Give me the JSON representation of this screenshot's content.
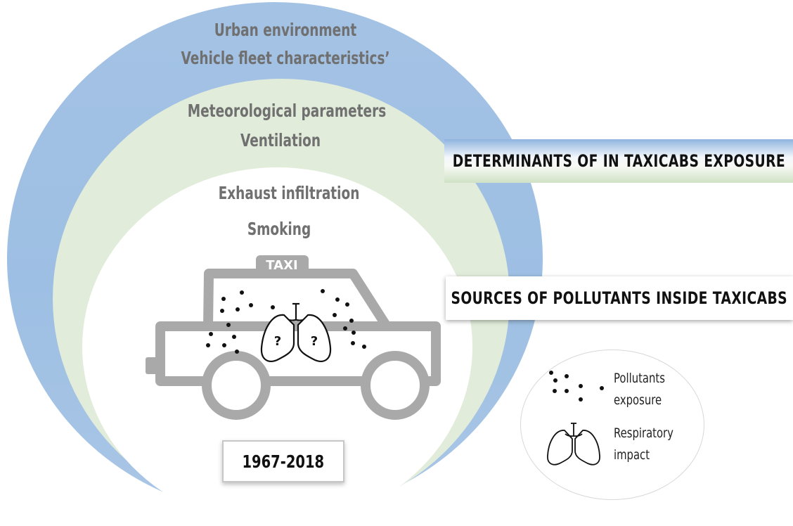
{
  "rings": {
    "outer": {
      "line1": "Urban environment",
      "line2": "Vehicle fleet characteristics’"
    },
    "middle": {
      "line1": "Meteorological parameters",
      "line2": "Ventilation"
    },
    "inner": {
      "line1": "Exhaust infiltration",
      "line2": "Smoking"
    }
  },
  "taxi": {
    "sign": "TAXI",
    "lung_marks": [
      "?",
      "?"
    ]
  },
  "banners": {
    "determinants": "DETERMINANTS OF IN TAXICABS EXPOSURE",
    "sources": "SOURCES OF POLLUTANTS INSIDE TAXICABS"
  },
  "year_range": "1967-2018",
  "legend": {
    "pollutants": [
      "Pollutants",
      "exposure"
    ],
    "respiratory": [
      "Respiratory",
      "impact"
    ]
  },
  "colors": {
    "outer_ring": "#a4c2e4",
    "middle_ring": "#e1ecda",
    "text_gray": "#707070",
    "taxi_gray": "#a9a9a9"
  }
}
